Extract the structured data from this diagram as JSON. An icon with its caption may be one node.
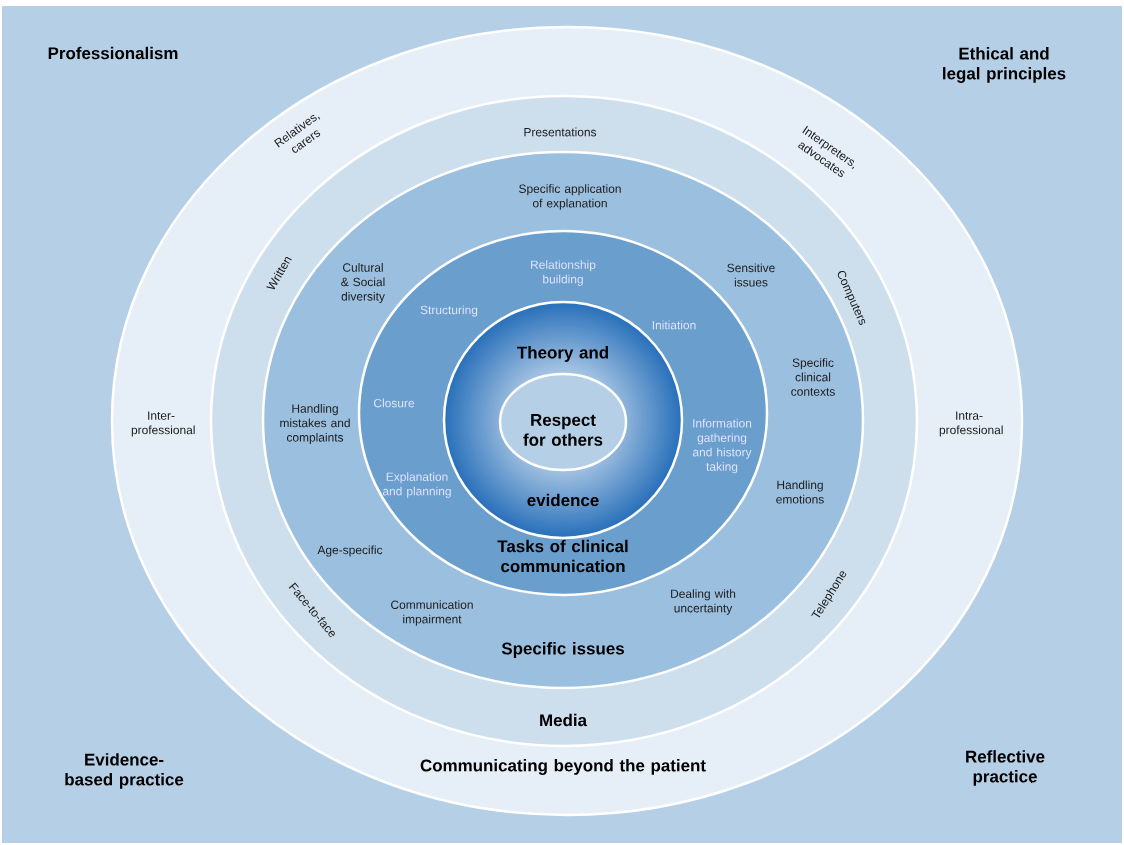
{
  "diagram": {
    "nodes": [
      {
        "text": [
          "Relatives, carers",
          "Interpreters, advocates",
          "Inter-professional",
          "Intra-professional",
          "Communicating beyond the patient"
        ]
      },
      {
        "text": [
          "Presentations",
          "Written",
          "Computers",
          "Telephone",
          "Face-to-face",
          "Media"
        ],
        "in": 0
      },
      {
        "text": [
          "Specific application of explanation",
          "Cultural & Social diversity",
          "Sensitive issues",
          "Specific clinical contexts",
          "Handling mistakes and complaints",
          "Handling emotions",
          "Age-specific",
          "Communication impairment",
          "Dealing with uncertainty",
          "Specific issues"
        ],
        "in": 1
      },
      {
        "text": [
          "Relationship building",
          "Structuring",
          "Initiation",
          "Closure",
          "Information gathering and history taking",
          "Explanation and planning",
          "Tasks of clinical communication"
        ],
        "in": 2
      },
      {
        "text": [
          "Theory and",
          "evidence"
        ],
        "in": 3
      },
      {
        "text": [
          "Respect for others"
        ],
        "in": 4
      }
    ],
    "labels": [
      "Professionalism",
      "Ethical and legal principles",
      "Evidence-based practice",
      "Reflective practice"
    ]
  }
}
